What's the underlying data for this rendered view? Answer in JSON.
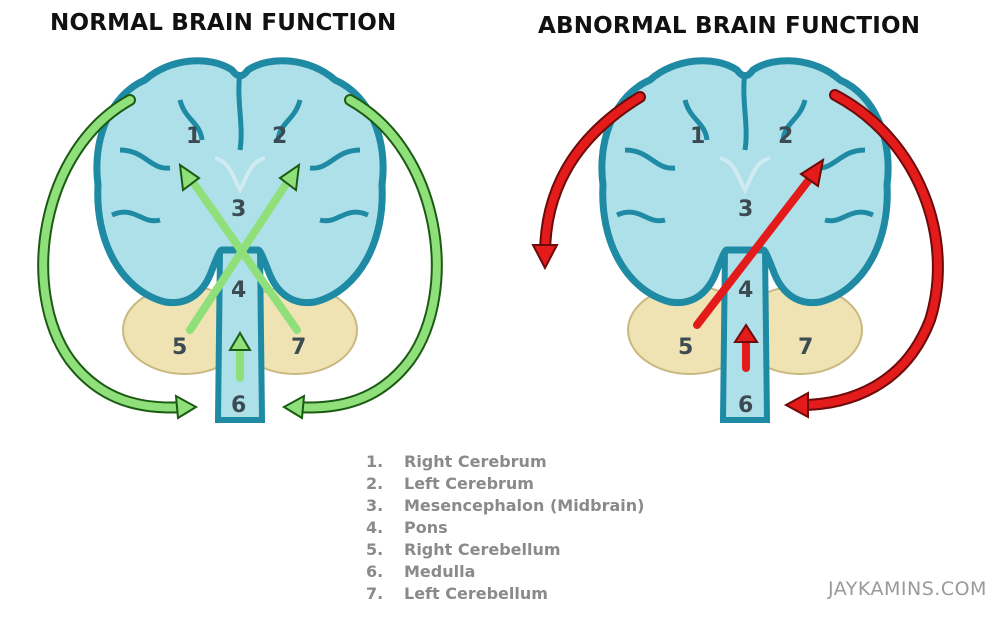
{
  "titles": {
    "left": "NORMAL BRAIN FUNCTION",
    "right": "ABNORMAL BRAIN FUNCTION"
  },
  "region_numbers": [
    "1",
    "2",
    "3",
    "4",
    "5",
    "6",
    "7"
  ],
  "legend": [
    {
      "num": "1.",
      "label": "Right Cerebrum"
    },
    {
      "num": "2.",
      "label": "Left Cerebrum"
    },
    {
      "num": "3.",
      "label": "Mesencephalon (Midbrain)"
    },
    {
      "num": "4.",
      "label": "Pons"
    },
    {
      "num": "5.",
      "label": "Right Cerebellum"
    },
    {
      "num": "6.",
      "label": "Medulla"
    },
    {
      "num": "7.",
      "label": "Left Cerebellum"
    }
  ],
  "credit": "JAYKAMINS.COM",
  "colors": {
    "normal_arrow": "#8fe07a",
    "abnormal_arrow": "#e31b1b",
    "brain_fill": "#aee0ea",
    "brain_outline": "#1f8aa3",
    "cerebellum_fill": "#efe3b3",
    "cerebellum_outline": "#c9b87f"
  }
}
